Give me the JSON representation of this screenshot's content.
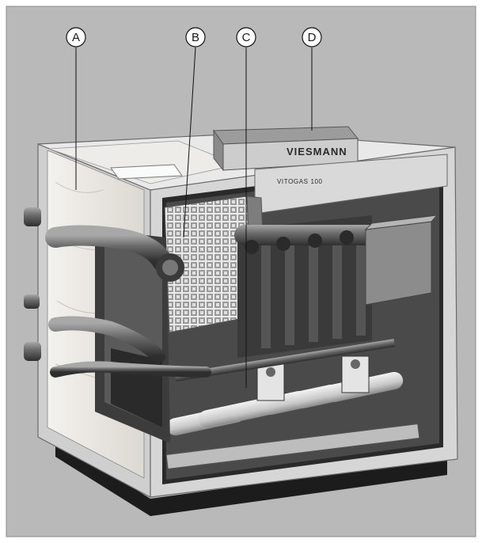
{
  "callouts": [
    {
      "letter": "A"
    },
    {
      "letter": "B"
    },
    {
      "letter": "C"
    },
    {
      "letter": "D"
    }
  ],
  "branding": {
    "logo": "VIESMANN",
    "model": "VITOGAS 100"
  },
  "colors": {
    "backdrop": "#b9b9b9",
    "casing": "#d8d8d8",
    "insulation": "#ece9e4",
    "dark_steel": "#3c3c3c",
    "pipe": "#7a7a7a",
    "burner_tube": "#d4d4d4"
  }
}
